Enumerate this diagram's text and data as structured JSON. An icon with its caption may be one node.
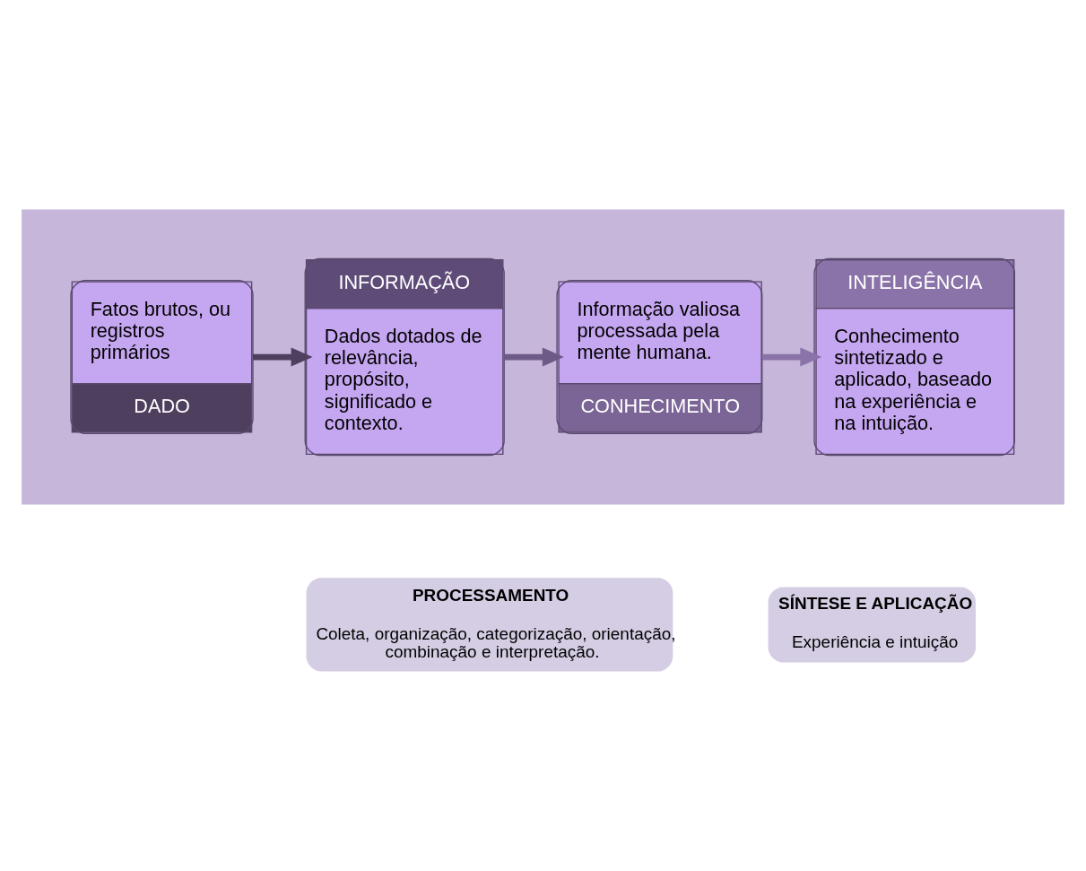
{
  "diagram": {
    "nodes": [
      {
        "text": [],
        "shape": "box"
      },
      {
        "text": [
          "Fatos brutos, ou registros primários",
          "DADO"
        ],
        "in": 0
      },
      {
        "text": [
          "INFORMAÇÃO",
          "Dados dotados de relevância, propósito, significado e contexto."
        ],
        "in": 0
      },
      {
        "text": [
          "Informação valiosa processada pela mente humana.",
          "CONHECIMENTO"
        ],
        "in": 0
      },
      {
        "text": [
          "INTELIGÊNCIA",
          "Conhecimento sintetizado e aplicado, baseado na experiência e na intuição."
        ],
        "in": 0
      },
      {
        "text": [
          "PROCESSAMENTO",
          "Coleta, organização, categorização, orientação, combinação e interpretação."
        ]
      },
      {
        "text": [
          "SÍNTESE E APLICAÇÃO",
          "Experiência e intuição"
        ]
      }
    ],
    "edges": [
      {
        "from": 1,
        "to": 2,
        "arrow": "to",
        "color": "#4f3f5f"
      },
      {
        "from": 2,
        "to": 3,
        "arrow": "to",
        "color": "#6e5a87"
      },
      {
        "from": 3,
        "to": 4,
        "arrow": "to",
        "color": "#8a73a8"
      }
    ]
  }
}
